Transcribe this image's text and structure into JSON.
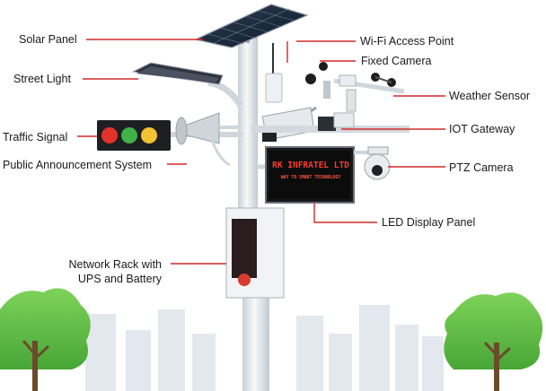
{
  "labels": {
    "solar_panel": "Solar Panel",
    "street_light": "Street Light",
    "traffic_signal": "Traffic Signal",
    "public_announcement": "Public Announcement System",
    "network_rack_line1": "Network Rack with",
    "network_rack_line2": "UPS and Battery",
    "wifi_access_point": "Wi-Fi Access Point",
    "fixed_camera": "Fixed Camera",
    "weather_sensor": "Weather Sensor",
    "iot_gateway": "IOT Gateway",
    "ptz_camera": "PTZ Camera",
    "led_display_panel": "LED Display Panel"
  },
  "led_display": {
    "line1": "RK INFRATEL LTD",
    "line2": "WAY TO SMART TECHNOLOGY"
  },
  "colors": {
    "leader_line": "#d42a2a",
    "pole": "#e8ecef",
    "led_text": "#ff3b2a",
    "tree": "#5cbc45",
    "skyline": "#dfe5ec"
  }
}
